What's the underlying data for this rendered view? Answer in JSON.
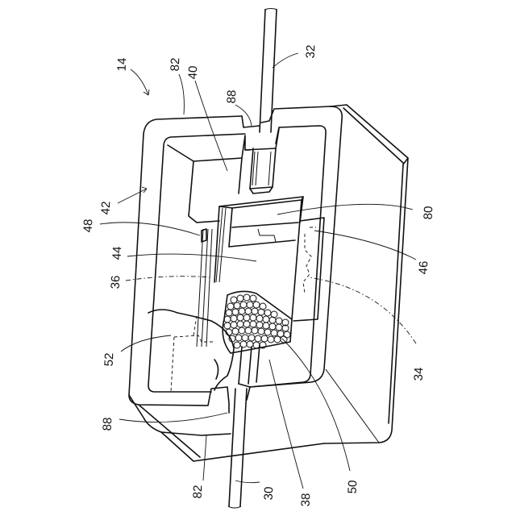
{
  "labels": {
    "l14": "14",
    "l82_top": "82",
    "l40": "40",
    "l88_top": "88",
    "l32": "32",
    "l42": "42",
    "l80": "80",
    "l48": "48",
    "l46": "46",
    "l44": "44",
    "l36": "36",
    "l34": "34",
    "l52": "52",
    "l88_bottom": "88",
    "l82_bottom": "82",
    "l30": "30",
    "l38": "38",
    "l50": "50"
  },
  "colors": {
    "line": "#111111",
    "background": "#ffffff"
  }
}
